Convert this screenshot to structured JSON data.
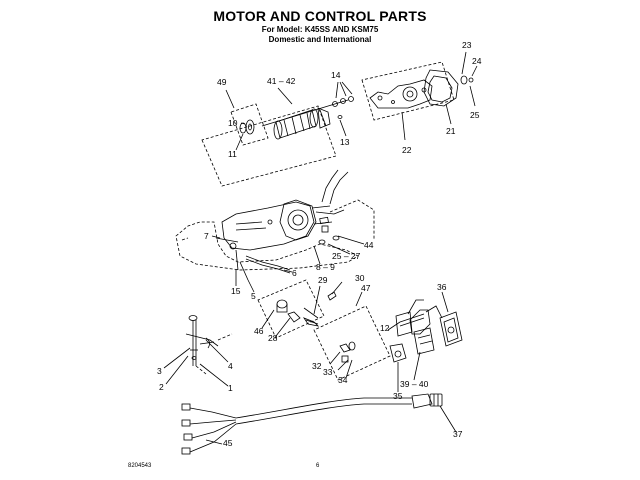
{
  "header": {
    "title": "MOTOR AND CONTROL PARTS",
    "model_line": "For Model: K45SS AND KSM75",
    "region_line": "Domestic and International"
  },
  "footer": {
    "part_number": "8204543",
    "page_number": "6"
  },
  "callouts": [
    {
      "id": "c49",
      "text": "49"
    },
    {
      "id": "c41-42",
      "text": "41 – 42"
    },
    {
      "id": "c14",
      "text": "14"
    },
    {
      "id": "c23",
      "text": "23"
    },
    {
      "id": "c24",
      "text": "24"
    },
    {
      "id": "c25a",
      "text": "25"
    },
    {
      "id": "c21",
      "text": "21"
    },
    {
      "id": "c10",
      "text": "10"
    },
    {
      "id": "c11",
      "text": "11"
    },
    {
      "id": "c13",
      "text": "13"
    },
    {
      "id": "c22",
      "text": "22"
    },
    {
      "id": "c7",
      "text": "7"
    },
    {
      "id": "c44",
      "text": "44"
    },
    {
      "id": "c25-27",
      "text": "25 – 27"
    },
    {
      "id": "c8-9",
      "text": "8 – 9"
    },
    {
      "id": "c6",
      "text": "6"
    },
    {
      "id": "c15",
      "text": "15"
    },
    {
      "id": "c5",
      "text": "5"
    },
    {
      "id": "c29",
      "text": "29"
    },
    {
      "id": "c30",
      "text": "30"
    },
    {
      "id": "c47",
      "text": "47"
    },
    {
      "id": "c36",
      "text": "36"
    },
    {
      "id": "c46",
      "text": "46"
    },
    {
      "id": "c28",
      "text": "28"
    },
    {
      "id": "c12",
      "text": "12"
    },
    {
      "id": "c3",
      "text": "3"
    },
    {
      "id": "c2",
      "text": "2"
    },
    {
      "id": "c4",
      "text": "4"
    },
    {
      "id": "c1",
      "text": "1"
    },
    {
      "id": "c32",
      "text": "32"
    },
    {
      "id": "c33",
      "text": "33"
    },
    {
      "id": "c34",
      "text": "34"
    },
    {
      "id": "c39-40",
      "text": "39 – 40"
    },
    {
      "id": "c35",
      "text": "35"
    },
    {
      "id": "c37",
      "text": "37"
    },
    {
      "id": "c45",
      "text": "45"
    }
  ]
}
